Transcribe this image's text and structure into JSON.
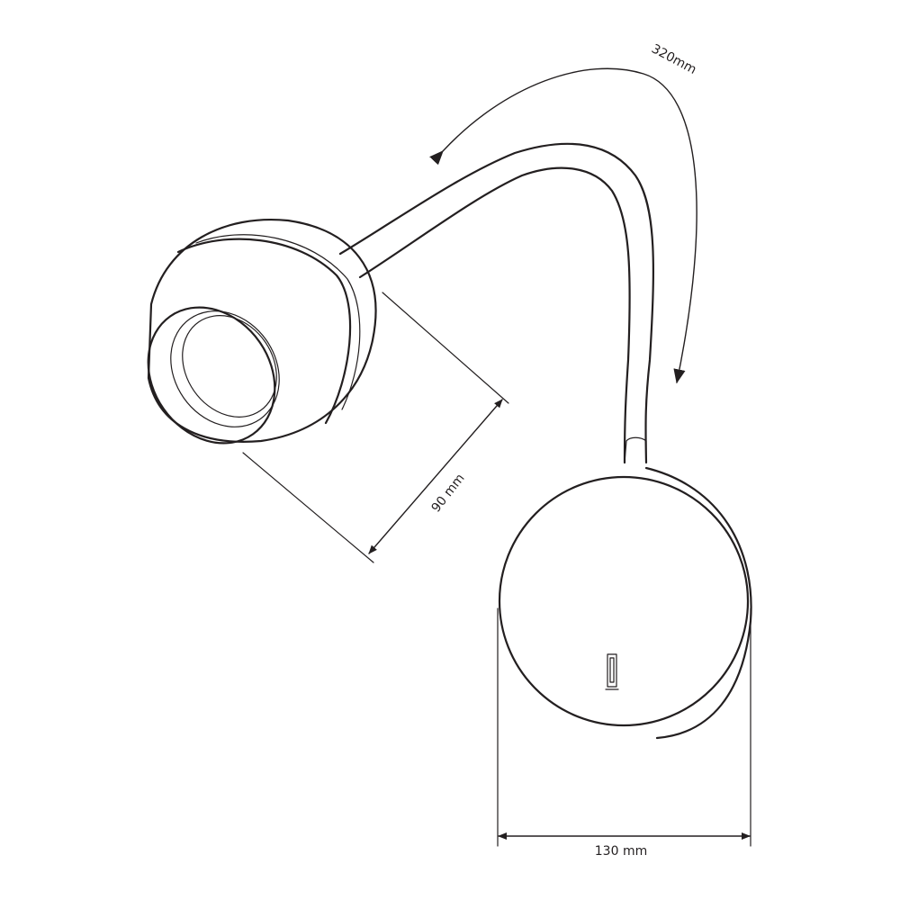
{
  "dimensions": {
    "arm_length": "320mm",
    "head_depth": "90 mm",
    "base_diameter": "130 mm"
  },
  "colors": {
    "stroke": "#231f20",
    "background": "#ffffff"
  }
}
